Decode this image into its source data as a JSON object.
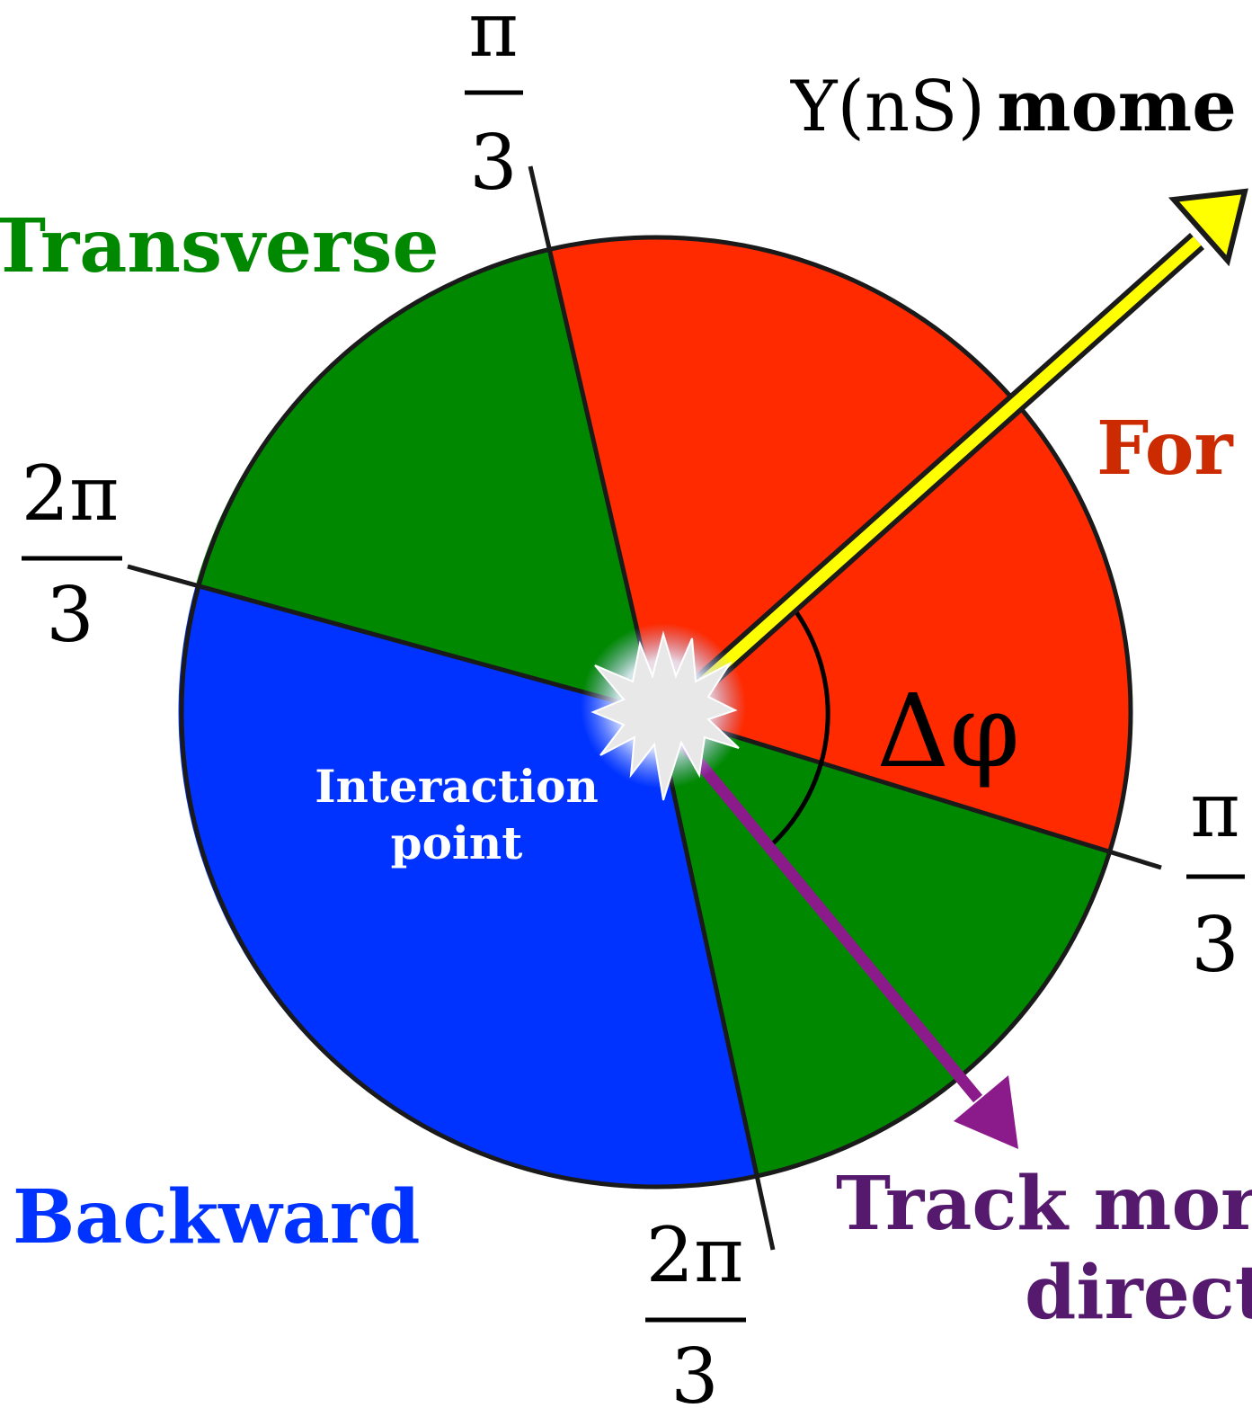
{
  "title": {
    "prefix": "Υ(nS)",
    "suffix": "mome"
  },
  "regions": {
    "toward": {
      "label": "For",
      "color": "#ff2a00",
      "text_color": "#cc2a00"
    },
    "transverse": {
      "label": "Transverse",
      "color": "#008800",
      "text_color": "#008800"
    },
    "away": {
      "label": "Backward",
      "color": "#0033ff",
      "text_color": "#0033ff"
    }
  },
  "angle_label": "Δφ",
  "interaction_point": {
    "line1": "Interaction",
    "line2": "point"
  },
  "track": {
    "line1": "Track mor",
    "line2": "direct",
    "color": "#8b1a8b",
    "text_color": "#551a6e"
  },
  "upsilon_arrow": {
    "color": "#ffff00"
  },
  "boundaries": {
    "top": {
      "numerator": "π",
      "denominator": "3"
    },
    "left": {
      "numerator": "2π",
      "denominator": "3"
    },
    "right": {
      "numerator": "π",
      "denominator": "3"
    },
    "bottom": {
      "numerator": "2π",
      "denominator": "3"
    }
  }
}
